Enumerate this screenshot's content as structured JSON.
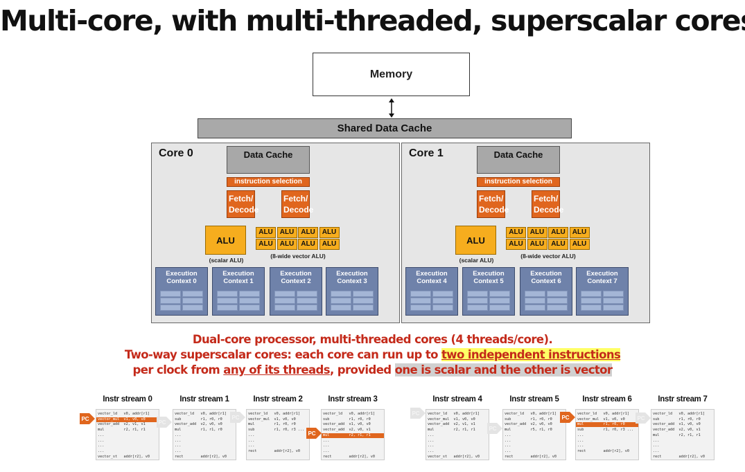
{
  "title": "Multi-core, with multi-threaded, superscalar cores",
  "memory_label": "Memory",
  "shared_cache_label": "Shared Data Cache",
  "cores": [
    {
      "label": "Core 0",
      "contexts": [
        "Execution Context 0",
        "Execution Context 1",
        "Execution Context 2",
        "Execution Context 3"
      ]
    },
    {
      "label": "Core 1",
      "contexts": [
        "Execution Context 4",
        "Execution Context 5",
        "Execution Context 6",
        "Execution Context 7"
      ]
    }
  ],
  "core_parts": {
    "data_cache": "Data Cache",
    "instruction_selection": "instruction selection",
    "fetch_decode": "Fetch/ Decode",
    "alu": "ALU",
    "scalar_alu_caption": "(scalar ALU)",
    "vector_alu_caption": "(8-wide vector ALU)"
  },
  "caption": {
    "line1": "Dual-core processor, multi-threaded cores (4 threads/core).",
    "line2_a": "Two-way superscalar cores:  each core can run up to ",
    "line2_b": "two independent instructions",
    "line3_a": "per clock from ",
    "line3_b": "any of its threads",
    "line3_c": ", provided ",
    "line3_d": "one is scalar and the other is vector"
  },
  "pc_label": "PC",
  "colors": {
    "orange": "#e0661e",
    "alu_yellow": "#f6ad1e",
    "context_blue": "#6f82aa",
    "caption_red": "#c42a1a",
    "highlight": "#ffff66"
  },
  "streams": [
    {
      "title": "Instr stream 0",
      "lines": [
        "vector_ld   v0, addr[r1]",
        "vector_mul  v1, v0, v0",
        "vector_add  v2, v1, v1",
        "mul         r2, r1, r1",
        "...",
        "...",
        "...",
        "...",
        "vector_st   addr[r2], v0"
      ],
      "active": 1,
      "pc": "left"
    },
    {
      "title": "Instr stream 1",
      "lines": [
        "vector_ld   v0, addr[r1]",
        "sub         r1, r0, r0",
        "vector_add  v2, v0, v0",
        "mul         r1, r1, r0",
        "...",
        "...",
        "...",
        "...",
        "rect        addr[r2], v0"
      ],
      "active": -1,
      "pc": "left-grey"
    },
    {
      "title": "Instr stream 2",
      "lines": [
        "vector_ld   v0, addr[r1]",
        "vector_mul  v1, v0, v0",
        "mul         r1, r0, r0",
        "sub         r1, r0, r3 ...",
        "...",
        "...",
        "...",
        "rect        addr[r2], v0"
      ],
      "active": -1,
      "pc": "left-grey"
    },
    {
      "title": "Instr stream 3",
      "lines": [
        "vector_ld   v0, addr[r1]",
        "sub         r1, r0, r0",
        "vector_add  v1, v0, v0",
        "vector_add  v2, v0, v1",
        "mul         r2, r1, r1",
        "...",
        "...",
        "...",
        "rect        addr[r2], v0"
      ],
      "active": 4,
      "pc": "left-mid"
    },
    {
      "title": "Instr stream 4",
      "lines": [
        "vector_ld   v0, addr[r1]",
        "vector_mul  v1, v0, v0",
        "vector_add  v2, v1, v1",
        "mul         r2, r1, r1",
        "...",
        "...",
        "...",
        "...",
        "vector_st   addr[r2], v0"
      ],
      "active": -1,
      "pc": "left-grey-top"
    },
    {
      "title": "Instr stream 5",
      "lines": [
        "vector_ld   v0, addr[r1]",
        "sub         r1, r0, r0",
        "vector_add  v2, v0, v0",
        "mul         r5, r1, r0",
        "...",
        "...",
        "...",
        "...",
        "rect        addr[r2], v0"
      ],
      "active": -1,
      "pc": "left-grey"
    },
    {
      "title": "Instr stream 6",
      "lines": [
        "vector_ld   v0, addr[r1]",
        "vector_mul  v1, v0, v0",
        "mul         r1, r0, r0",
        "sub         r1, r0, r3 ...",
        "...",
        "...",
        "...",
        "rect        addr[r2], v0"
      ],
      "active": 2,
      "pc": "left"
    },
    {
      "title": "Instr stream 7",
      "lines": [
        "vector_ld   v0, addr[r1]",
        "sub         r1, r0, r0",
        "vector_add  v1, v0, v0",
        "vector_add  v2, v0, v1",
        "mul         r2, r1, r1",
        "...",
        "...",
        "...",
        "rect        addr[r2], v0"
      ],
      "active": -1,
      "pc": "left-grey-top"
    }
  ]
}
